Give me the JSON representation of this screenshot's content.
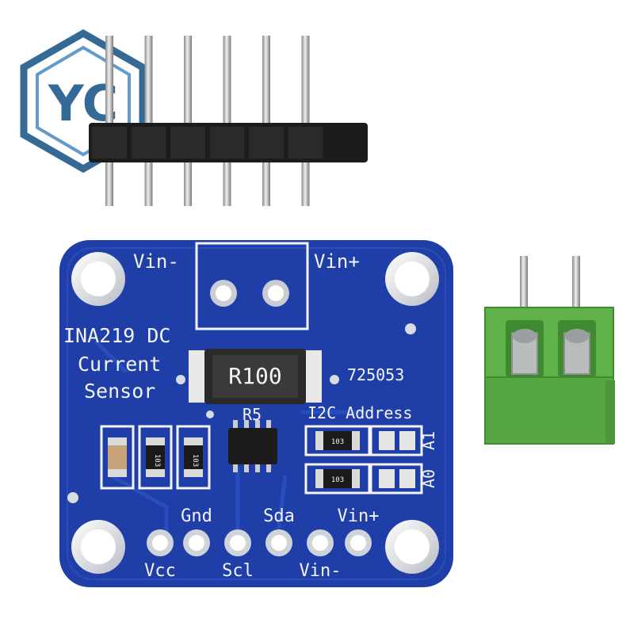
{
  "logo": {
    "glyph": "YC",
    "color": "#1f5a8c"
  },
  "colors": {
    "pcb": "#1f3ea8",
    "pcb_dark": "#172f86",
    "silkscreen": "#f2f4f8",
    "terminal": "#5fb24a",
    "header_plastic": "#1c1c1c",
    "pin": "#c9c9c9"
  },
  "board": {
    "labels": {
      "vin_minus_top": "Vin-",
      "vin_plus_top": "Vin+",
      "title_line1": "INA219 DC",
      "title_line2": "Current",
      "title_line3": "Sensor",
      "shunt": "R100",
      "part_number": "725053",
      "r5": "R5",
      "i2c_address": "I2C Address",
      "a1": "A1",
      "a0": "A0",
      "res_code_1": "103",
      "res_code_2": "103",
      "res_code_3": "103",
      "res_code_4": "103",
      "gnd": "Gnd",
      "sda": "Sda",
      "vin_plus_bottom": "Vin+",
      "vcc": "Vcc",
      "scl": "Scl",
      "vin_minus_bottom": "Vin-"
    }
  },
  "header_pins": {
    "count": 6
  },
  "terminal_block": {
    "positions": 2
  }
}
